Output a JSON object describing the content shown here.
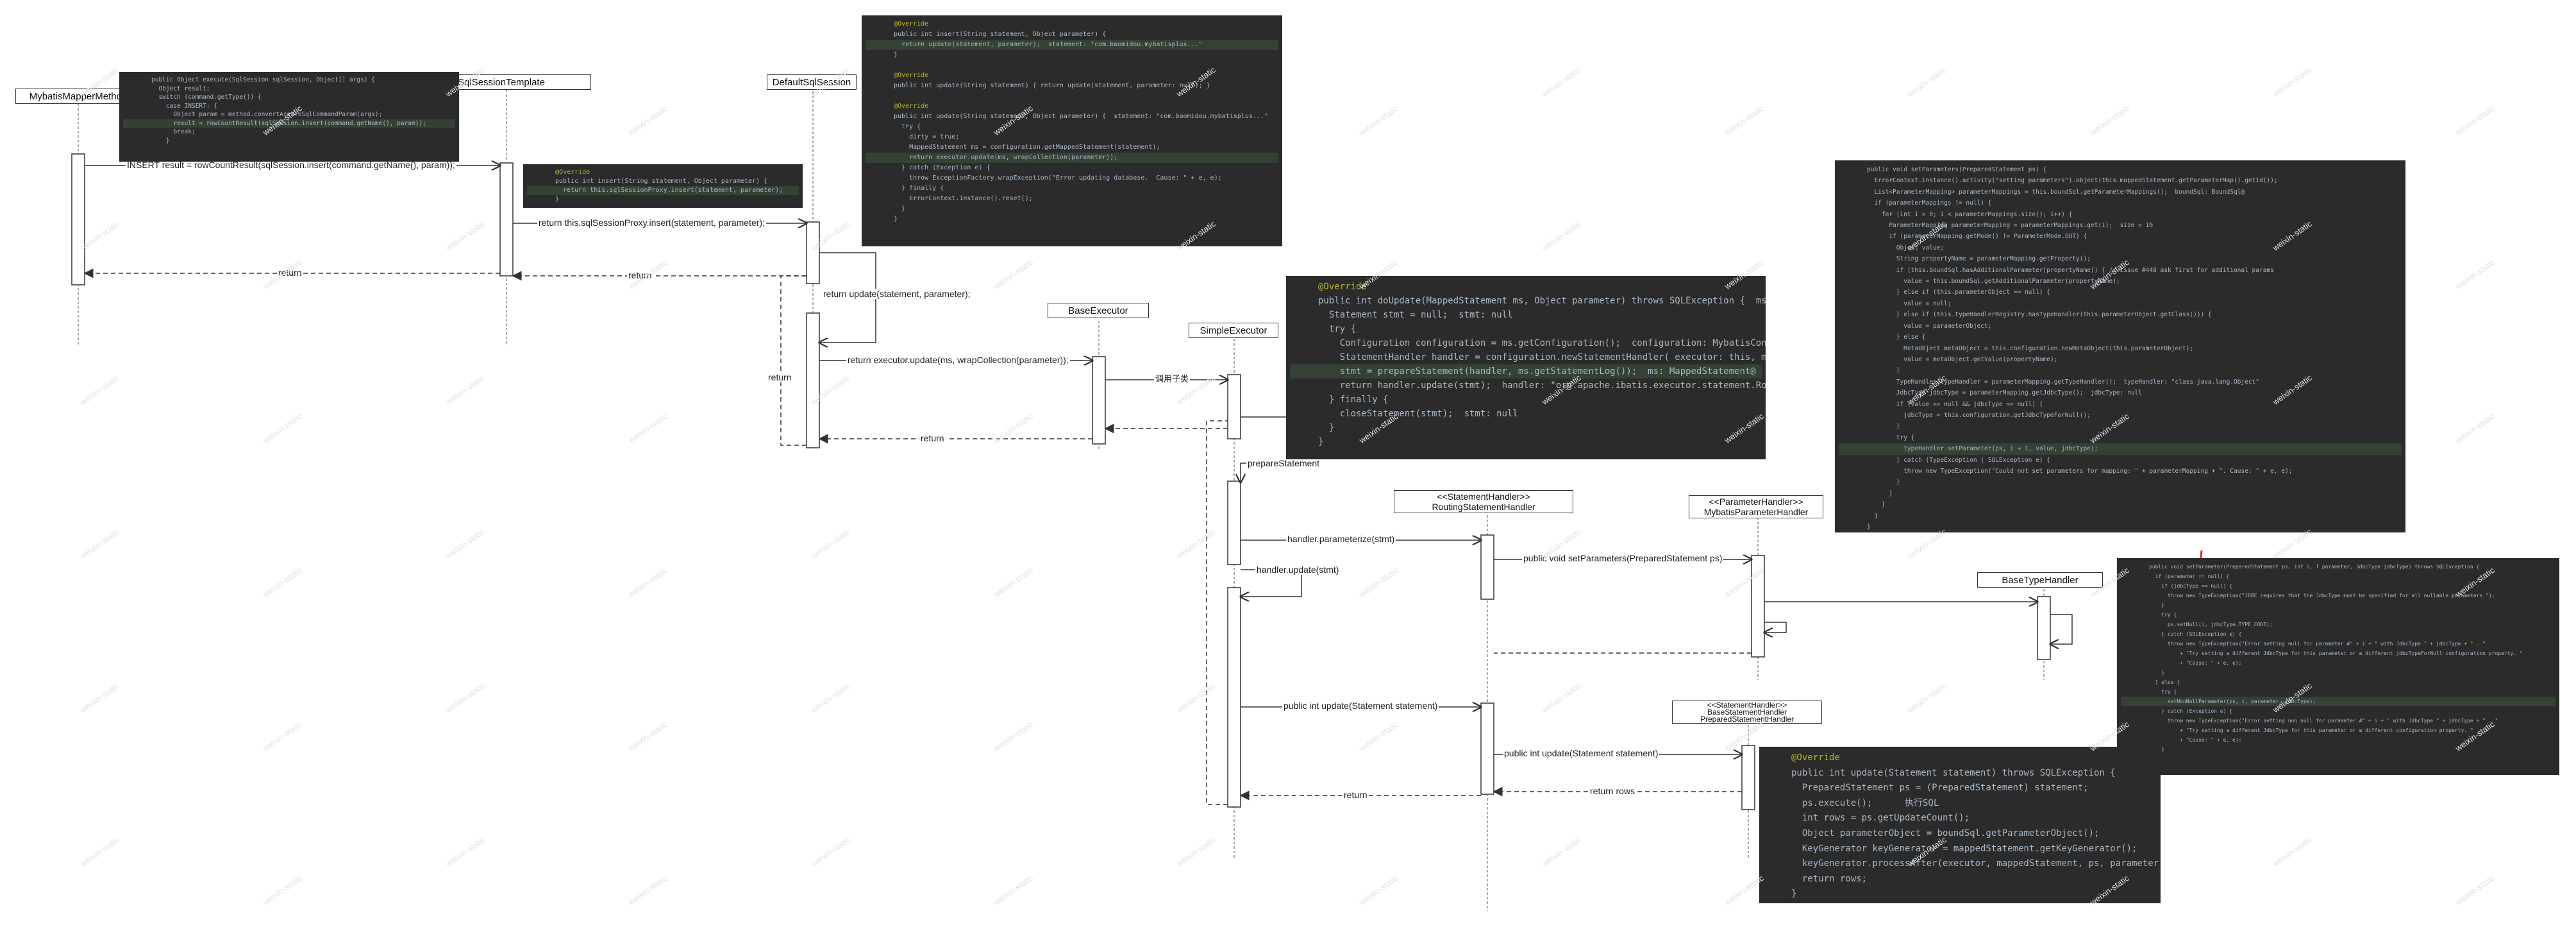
{
  "participants": [
    {
      "id": "mapper",
      "name": "MybatisMapperMethod"
    },
    {
      "id": "template",
      "name": "SqlSessionTemplate"
    },
    {
      "id": "defsession",
      "name": "DefaultSqlSession"
    },
    {
      "id": "baseexec",
      "name": "BaseExecutor"
    },
    {
      "id": "simpleexec",
      "name": "SimpleExecutor"
    },
    {
      "id": "routing",
      "line1": "<<StatementHandler>>",
      "line2": "RoutingStatementHandler"
    },
    {
      "id": "paramh",
      "line1": "<<ParameterHandler>>",
      "line2": "MybatisParameterHandler"
    },
    {
      "id": "basetype",
      "name": "BaseTypeHandler"
    },
    {
      "id": "prepared",
      "line1": "<<StatementHandler>>",
      "line2": "BaseStatementHandler",
      "line3": "PreparedStatementHandler"
    }
  ],
  "messages": {
    "m1": "INSERT result = rowCountResult(sqlSession.insert(command.getName(), param));",
    "m2": "return this.sqlSessionProxy.insert(statement, parameter);",
    "m3": "return update(statement, parameter);",
    "m4": "return executor.update(ms, wrapCollection(parameter));",
    "m5": "调用子类",
    "m6": "prepareStatement",
    "m7": "handler.parameterize(stmt)",
    "m8": "public void setParameters(PreparedStatement ps)",
    "m9": "handler.update(stmt)",
    "m10": "public int update(Statement statement)",
    "m11": "public int update(Statement statement)",
    "ret": "return",
    "retrows": "return rows"
  },
  "watermark": "weixin-static",
  "code_snippets": {
    "mapper": [
      "public Object execute(SqlSession sqlSession, Object[] args) {",
      "  Object result;",
      "  switch (command.getType()) {",
      "    case INSERT: {",
      "      Object param = method.convertArgsToSqlCommandParam(args);",
      "      result = rowCountResult(sqlSession.insert(command.getName(), param));",
      "      break;",
      "    }"
    ],
    "template": [
      "@Override",
      "public int insert(String statement, Object parameter) {",
      "  return this.sqlSessionProxy.insert(statement, parameter);",
      "}"
    ],
    "defsession": [
      "@Override",
      "public int insert(String statement, Object parameter) {",
      "  return update(statement, parameter);  statement: \"com.baomidou.mybatisplus...\"",
      "}",
      "",
      "@Override",
      "public int update(String statement) { return update(statement, parameter: null); }",
      "",
      "@Override",
      "public int update(String statement, Object parameter) {  statement: \"com.baomidou.mybatisplus...\"",
      "  try {",
      "    dirty = true;",
      "    MappedStatement ms = configuration.getMappedStatement(statement);",
      "    return executor.update(ms, wrapCollection(parameter));",
      "  } catch (Exception e) {",
      "    throw ExceptionFactory.wrapException(\"Error updating database.  Cause: \" + e, e);",
      "  } finally {",
      "    ErrorContext.instance().reset();",
      "  }",
      "}"
    ],
    "simpleexec": [
      "@Override",
      "public int doUpdate(MappedStatement ms, Object parameter) throws SQLException {  ms:",
      "  Statement stmt = null;  stmt: null",
      "  try {",
      "    Configuration configuration = ms.getConfiguration();  configuration: MybatisCon",
      "    StatementHandler handler = configuration.newStatementHandler( executor: this, ms,",
      "    stmt = prepareStatement(handler, ms.getStatementLog());  ms: MappedStatement@",
      "    return handler.update(stmt);  handler: \"org.apache.ibatis.executor.statement.Rou",
      "  } finally {",
      "    closeStatement(stmt);  stmt: null",
      "  }",
      "}"
    ],
    "paramh": [
      "public void setParameters(PreparedStatement ps) {",
      "  ErrorContext.instance().activity(\"setting parameters\").object(this.mappedStatement.getParameterMap().getId());",
      "  List<ParameterMapping> parameterMappings = this.boundSql.getParameterMappings();  boundSql: BoundSql@",
      "  if (parameterMappings != null) {",
      "    for (int i = 0; i < parameterMappings.size(); i++) {",
      "      ParameterMapping parameterMapping = parameterMappings.get(i);  size = 10",
      "      if (parameterMapping.getMode() != ParameterMode.OUT) {",
      "        Object value;",
      "        String propertyName = parameterMapping.getProperty();",
      "        if (this.boundSql.hasAdditionalParameter(propertyName)) { // issue #448 ask first for additional params",
      "          value = this.boundSql.getAdditionalParameter(propertyName);",
      "        } else if (this.parameterObject == null) {",
      "          value = null;",
      "        } else if (this.typeHandlerRegistry.hasTypeHandler(this.parameterObject.getClass())) {",
      "          value = parameterObject;",
      "        } else {",
      "          MetaObject metaObject = this.configuration.newMetaObject(this.parameterObject);",
      "          value = metaObject.getValue(propertyName);",
      "        }",
      "        TypeHandler typeHandler = parameterMapping.getTypeHandler();  typeHandler: \"class java.lang.Object\"",
      "        JdbcType jdbcType = parameterMapping.getJdbcType();  jdbcType: null",
      "        if (value == null && jdbcType == null) {",
      "          jdbcType = this.configuration.getJdbcTypeForNull();",
      "        }",
      "        try {",
      "          typeHandler.setParameter(ps, i + 1, value, jdbcType);",
      "        } catch (TypeException | SQLException e) {",
      "          throw new TypeException(\"Could not set parameters for mapping: \" + parameterMapping + \". Cause: \" + e, e);",
      "        }",
      "      }",
      "    }",
      "  }",
      "}"
    ],
    "basetype": [
      "public void setParameter(PreparedStatement ps, int i, T parameter, JdbcType jdbcType) throws SQLException {",
      "  if (parameter == null) {",
      "    if (jdbcType == null) {",
      "      throw new TypeException(\"JDBC requires that the JdbcType must be specified for all nullable parameters.\");",
      "    }",
      "    try {",
      "      ps.setNull(i, jdbcType.TYPE_CODE);",
      "    } catch (SQLException e) {",
      "      throw new TypeException(\"Error setting null for parameter #\" + i + \" with JdbcType \" + jdbcType + \" . \"",
      "          + \"Try setting a different JdbcType for this parameter or a different jdbcTypeForNull configuration property. \"",
      "          + \"Cause: \" + e, e);",
      "    }",
      "  } else {",
      "    try {",
      "      setNonNullParameter(ps, i, parameter, jdbcType);",
      "    } catch (Exception e) {",
      "      throw new TypeException(\"Error setting non null for parameter #\" + i + \" with JdbcType \" + jdbcType + \" . \"",
      "          + \"Try setting a different JdbcType for this parameter or a different configuration property. \"",
      "          + \"Cause: \" + e, e);",
      "    }",
      "  }",
      "}"
    ],
    "prepared": [
      "@Override",
      "public int update(Statement statement) throws SQLException {",
      "  PreparedStatement ps = (PreparedStatement) statement;",
      "  ps.execute();      执行SQL",
      "  int rows = ps.getUpdateCount();",
      "  Object parameterObject = boundSql.getParameterObject();",
      "  KeyGenerator keyGenerator = mappedStatement.getKeyGenerator();",
      "  keyGenerator.processAfter(executor, mappedStatement, ps, parameter",
      "  return rows;",
      "}"
    ]
  },
  "colors": {
    "code_bg": "#2b2b2b",
    "arrow_red": "#e8262a",
    "line": "#333333"
  }
}
